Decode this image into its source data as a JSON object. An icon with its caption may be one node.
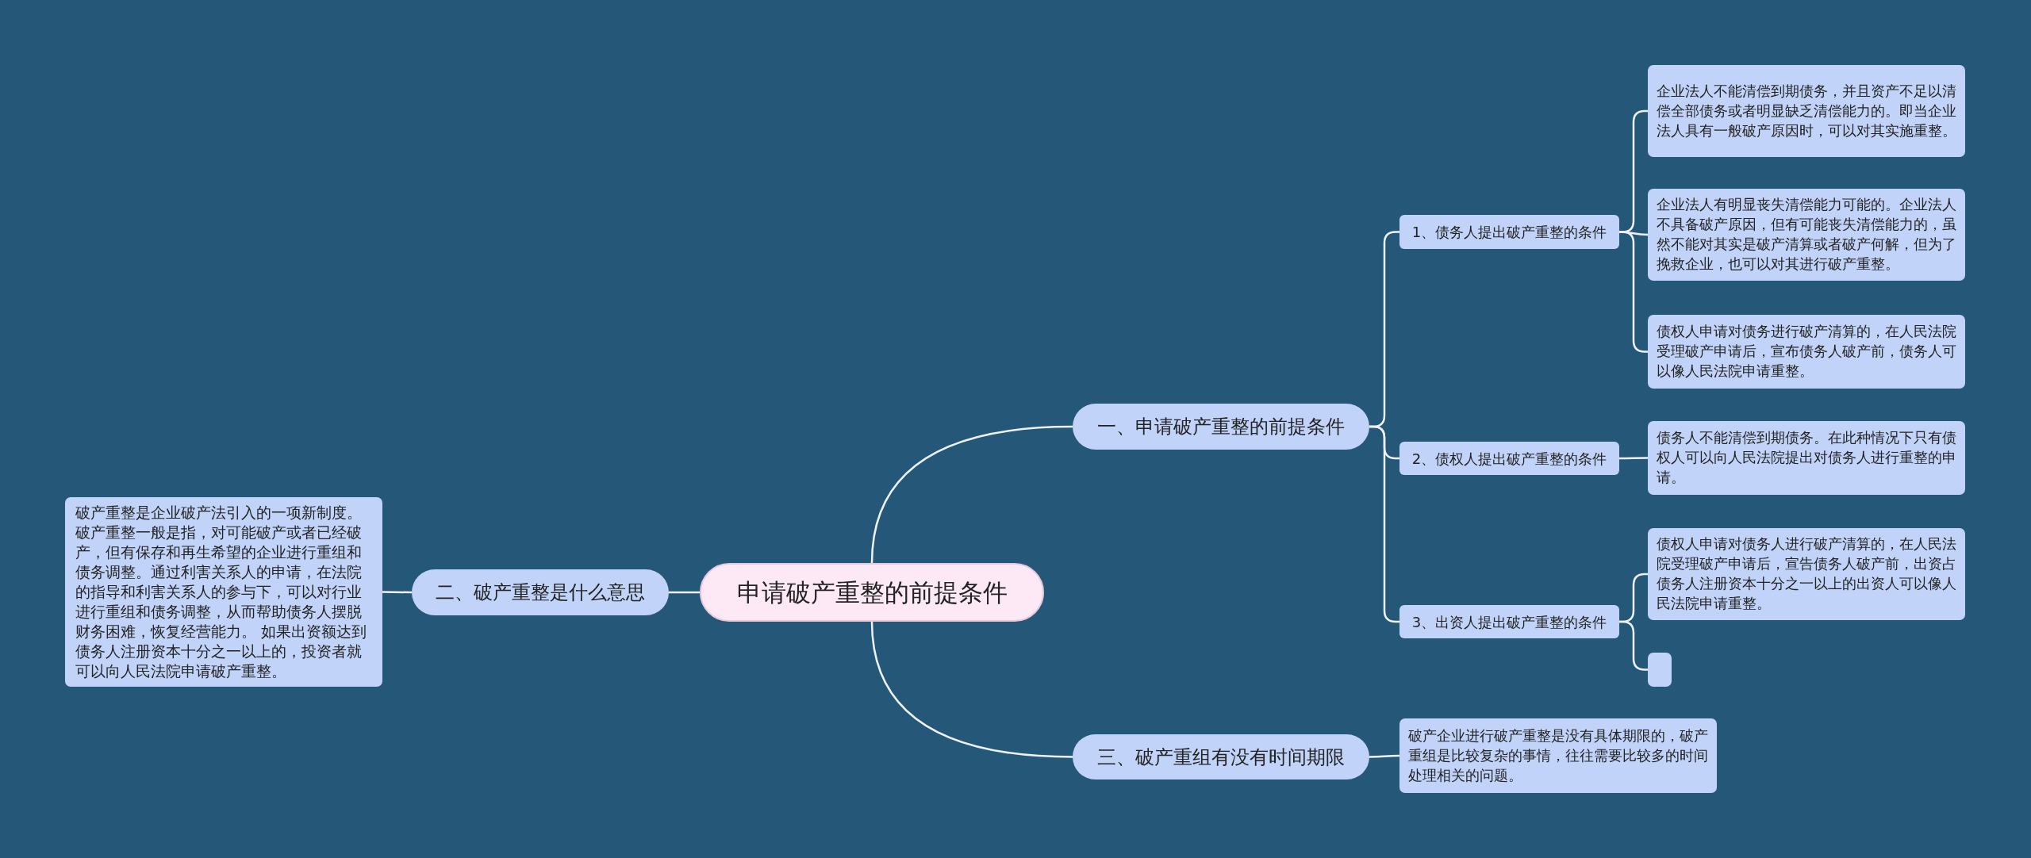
{
  "diagram": {
    "nodes": [
      {
        "text": [
          "申请破产重整的前提条件"
        ]
      },
      {
        "text": [
          "一、申请破产重整的前提条件"
        ]
      },
      {
        "text": [
          "1、债务人提出破产重整的条件"
        ]
      },
      {
        "text": [
          "企业法人不能清偿到期债务，并且资产不足以清偿全部债务或者明显缺乏清偿能力的。即当企业法人具有一般破产原因时，可以对其实施重整。"
        ]
      },
      {
        "text": [
          "企业法人有明显丧失清偿能力可能的。企业法人不具备破产原因，但有可能丧失清偿能力的，虽然不能对其实是破产清算或者破产何解，但为了挽救企业，也可以对其进行破产重整。"
        ]
      },
      {
        "text": [
          "债权人申请对债务进行破产清算的，在人民法院受理破产申请后，宣布债务人破产前，债务人可以像人民法院申请重整。"
        ]
      },
      {
        "text": [
          "2、债权人提出破产重整的条件"
        ]
      },
      {
        "text": [
          "债务人不能清偿到期债务。在此种情况下只有债权人可以向人民法院提出对债务人进行重整的申请。"
        ]
      },
      {
        "text": [
          "3、出资人提出破产重整的条件"
        ]
      },
      {
        "text": [
          "债权人申请对债务人进行破产清算的，在人民法院受理破产申请后，宣告债务人破产前，出资占债务人注册资本十分之一以上的出资人可以像人民法院申请重整。"
        ]
      },
      {
        "text": [],
        "shape": "box"
      },
      {
        "text": [
          "二、破产重整是什么意思"
        ]
      },
      {
        "text": [
          "破产重整是企业破产法引入的一项新制度。破产重整一般是指，对可能破产或者已经破产，但有保存和再生希望的企业进行重组和债务调整。通过利害关系人的申请，在法院的指导和利害关系人的参与下，可以对行业进行重组和债务调整，从而帮助债务人摆脱财务困难，恢复经营能力。 如果出资额达到债务人注册资本十分之一以上的，投资者就可以向人民法院申请破产重整。"
        ]
      },
      {
        "text": [
          "三、破产重组有没有时间期限"
        ]
      },
      {
        "text": [
          "破产企业进行破产重整是没有具体期限的，破产重组是比较复杂的事情，往往需要比较多的时间处理相关的问题。"
        ]
      }
    ],
    "edges": [
      {
        "from": 0,
        "to": 1,
        "arrow": "none"
      },
      {
        "from": 1,
        "to": 2,
        "arrow": "none"
      },
      {
        "from": 2,
        "to": 3,
        "arrow": "none"
      },
      {
        "from": 2,
        "to": 4,
        "arrow": "none"
      },
      {
        "from": 2,
        "to": 5,
        "arrow": "none"
      },
      {
        "from": 1,
        "to": 6,
        "arrow": "none"
      },
      {
        "from": 6,
        "to": 7,
        "arrow": "none"
      },
      {
        "from": 1,
        "to": 8,
        "arrow": "none"
      },
      {
        "from": 8,
        "to": 9,
        "arrow": "none"
      },
      {
        "from": 8,
        "to": 10,
        "arrow": "none"
      },
      {
        "from": 0,
        "to": 11,
        "arrow": "none"
      },
      {
        "from": 11,
        "to": 12,
        "arrow": "none"
      },
      {
        "from": 0,
        "to": 13,
        "arrow": "none"
      },
      {
        "from": 13,
        "to": 14,
        "arrow": "none"
      }
    ]
  }
}
